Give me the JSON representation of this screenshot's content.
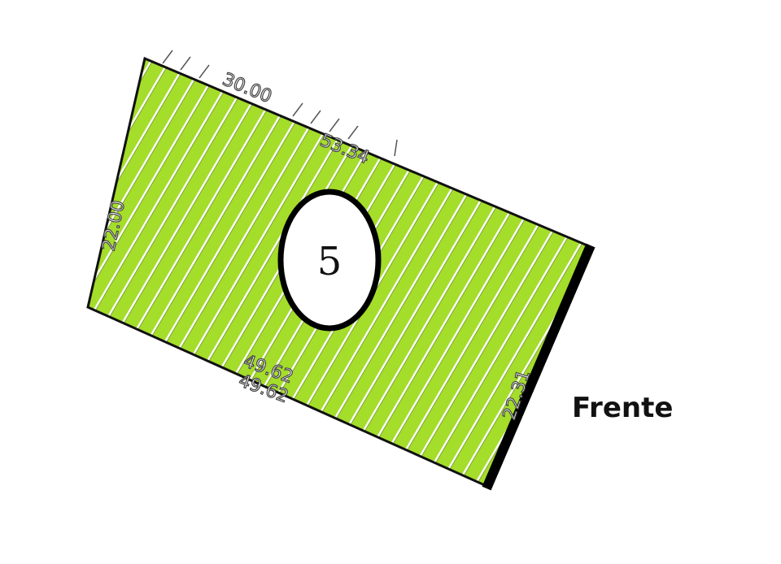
{
  "plot": {
    "lot_number": "5",
    "fill_color": "#a4dd2a",
    "hatch_color": "#ffffff",
    "outline_color": "#111111",
    "dimensions": {
      "top_outer": "30.00",
      "top_inner": "53.34",
      "left": "22.00",
      "bottom_upper": "49.62",
      "bottom_lower": "49.62",
      "right": "22.31"
    }
  },
  "labels": {
    "frente": "Frente"
  }
}
